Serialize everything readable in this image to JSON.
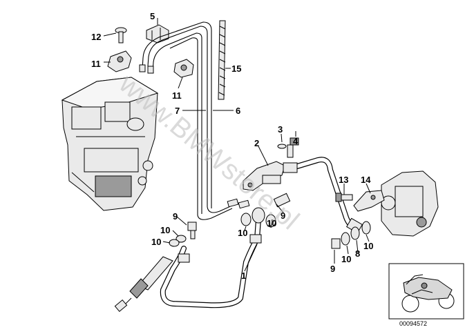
{
  "watermark": "www.BMWstore.pl",
  "reference_code": "00094572",
  "callouts": [
    {
      "id": "c1",
      "label": "1"
    },
    {
      "id": "c2",
      "label": "2"
    },
    {
      "id": "c3",
      "label": "3"
    },
    {
      "id": "c4",
      "label": "4"
    },
    {
      "id": "c5",
      "label": "5"
    },
    {
      "id": "c6",
      "label": "6"
    },
    {
      "id": "c7",
      "label": "7"
    },
    {
      "id": "c8",
      "label": "8"
    },
    {
      "id": "c9a",
      "label": "9"
    },
    {
      "id": "c9b",
      "label": "9"
    },
    {
      "id": "c9c",
      "label": "9"
    },
    {
      "id": "c10a",
      "label": "10"
    },
    {
      "id": "c10b",
      "label": "10"
    },
    {
      "id": "c10c",
      "label": "10"
    },
    {
      "id": "c10d",
      "label": "10"
    },
    {
      "id": "c10e",
      "label": "10"
    },
    {
      "id": "c10f",
      "label": "10"
    },
    {
      "id": "c11a",
      "label": "11"
    },
    {
      "id": "c11b",
      "label": "11"
    },
    {
      "id": "c12",
      "label": "12"
    },
    {
      "id": "c13",
      "label": "13"
    },
    {
      "id": "c14",
      "label": "14"
    },
    {
      "id": "c15",
      "label": "15"
    }
  ]
}
